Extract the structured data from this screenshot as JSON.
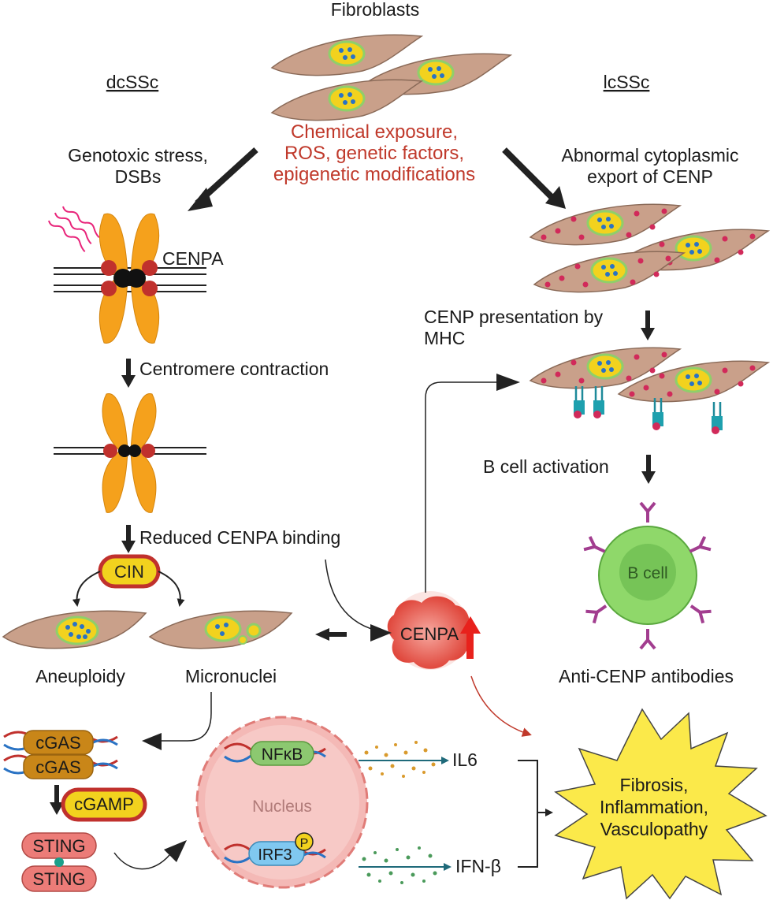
{
  "labels": {
    "fibroblasts": "Fibroblasts",
    "dcssc": "dcSSc",
    "lcssc": "lcSSc",
    "triggers": [
      "Chemical exposure,",
      "ROS, genetic factors,",
      "epigenetic modifications"
    ],
    "genotoxic": [
      "Genotoxic stress,",
      "DSBs"
    ],
    "abnormal_export": [
      "Abnormal cytoplasmic",
      "export of CENP"
    ],
    "cenpa_chromosome": "CENPA",
    "centromere_contraction": "Centromere contraction",
    "reduced_binding": "Reduced CENPA binding",
    "cin": "CIN",
    "aneuploidy": "Aneuploidy",
    "micronuclei": "Micronuclei",
    "cenpa_cluster": "CENPA",
    "cenp_presentation": [
      "CENP presentation by",
      "MHC"
    ],
    "b_cell_activation": "B cell activation",
    "b_cell": "B cell",
    "anti_cenp": "Anti-CENP antibodies",
    "cgas": "cGAS",
    "cgamp": "cGAMP",
    "sting": "STING",
    "nfkb": "NFκB",
    "nucleus": "Nucleus",
    "irf3": "IRF3",
    "p": "P",
    "il6": "IL6",
    "ifnb": "IFN-β",
    "outcome": [
      "Fibrosis,",
      "Inflammation,",
      "Vasculopathy"
    ]
  },
  "colors": {
    "red_text": "#c0392b",
    "chromosome": "#f5a11c",
    "cell_body": "#c9a08a",
    "nucleus_yellow": "#f2d21e",
    "b_cell_green": "#8fd86a",
    "outcome_yellow": "#fbe94a",
    "antibody_purple": "#a23d8f"
  }
}
